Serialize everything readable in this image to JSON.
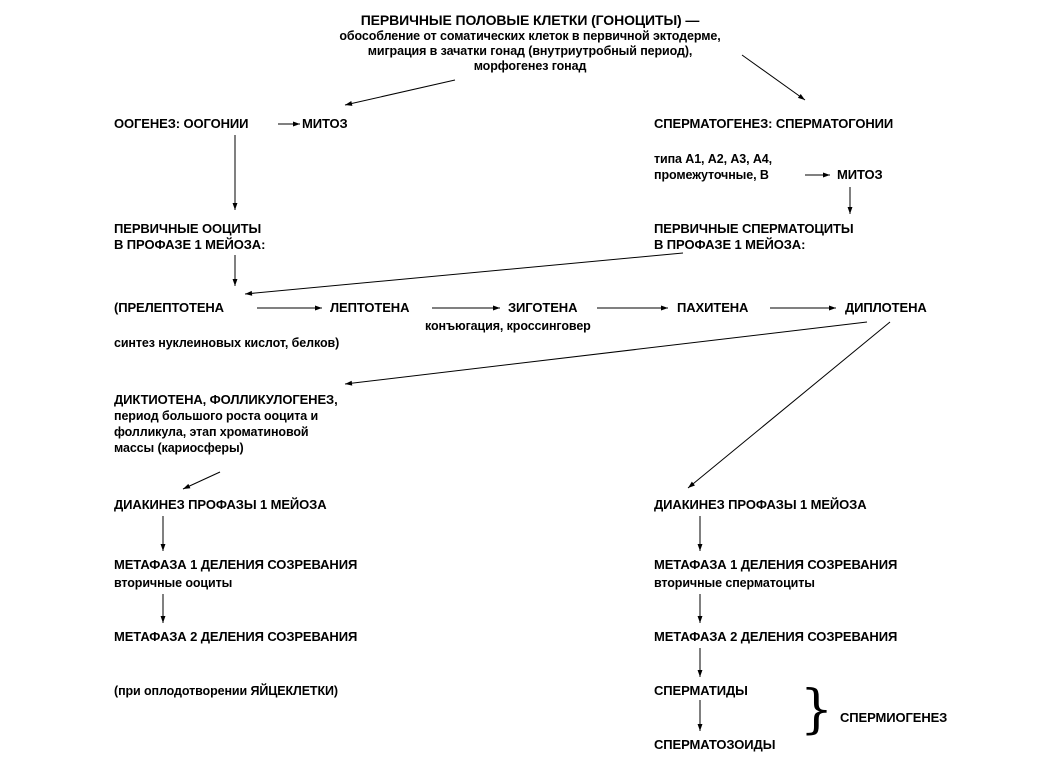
{
  "header": {
    "line1": "ПЕРВИЧНЫЕ ПОЛОВЫЕ КЛЕТКИ  (ГОНОЦИТЫ) —",
    "line2": "обособление от соматических клеток в первичной эктодерме,",
    "line3": "миграция в зачатки  гонад (внутриутробный период),",
    "line4": "морфогенез гонад"
  },
  "oogenesis": {
    "title": "ООГЕНЕЗ: ООГОНИИ",
    "mitosis": "МИТОЗ",
    "primary1": "ПЕРВИЧНЫЕ ООЦИТЫ",
    "primary2": "В ПРОФАЗЕ 1 МЕЙОЗА:",
    "dictyotene": [
      "ДИКТИОТЕНА, ФОЛЛИКУЛОГЕНЕЗ,",
      "период большого роста ооцита и",
      "фолликула, этап хроматиновой",
      "массы (кариосферы)"
    ],
    "diakinesis": "ДИАКИНЕЗ ПРОФАЗЫ 1 МЕЙОЗА",
    "metaphase1": "МЕТАФАЗА 1 ДЕЛЕНИЯ СОЗРЕВАНИЯ",
    "secondary": "вторичные ооциты",
    "metaphase2": "МЕТАФАЗА 2 ДЕЛЕНИЯ СОЗРЕВАНИЯ",
    "fertilization": "(при  оплодотворении  ЯЙЦЕКЛЕТКИ)"
  },
  "spermatogenesis": {
    "title": "СПЕРМАТОГЕНЕЗ: СПЕРМАТОГОНИИ",
    "types1": "типа А1, А2, А3, А4,",
    "types2": "промежуточные, В",
    "mitosis": "МИТОЗ",
    "primary1": "ПЕРВИЧНЫЕ СПЕРМАТОЦИТЫ",
    "primary2": "В ПРОФАЗЕ 1 МЕЙОЗА:",
    "diakinesis": "ДИАКИНЕЗ ПРОФАЗЫ 1 МЕЙОЗА",
    "metaphase1": "МЕТАФАЗА 1 ДЕЛЕНИЯ СОЗРЕВАНИЯ",
    "secondary": "вторичные сперматоциты",
    "metaphase2": "МЕТАФАЗА 2 ДЕЛЕНИЯ СОЗРЕВАНИЯ",
    "spermatids": "СПЕРМАТИДЫ",
    "spermatozoa": "СПЕРМАТОЗОИДЫ",
    "spermiogenesis": "СПЕРМИОГЕНЕЗ",
    "brace": "}"
  },
  "prophase": {
    "preleptotene": "(ПРЕЛЕПТОТЕНА",
    "leptotene": "ЛЕПТОТЕНА",
    "zygotene": "ЗИГОТЕНА",
    "pachytene": "ПАХИТЕНА",
    "diplotene": "ДИПЛОТЕНА",
    "conjugation": "конъюгация, кроссинговер",
    "synthesis": "синтез нуклеиновых кислот, белков)"
  }
}
